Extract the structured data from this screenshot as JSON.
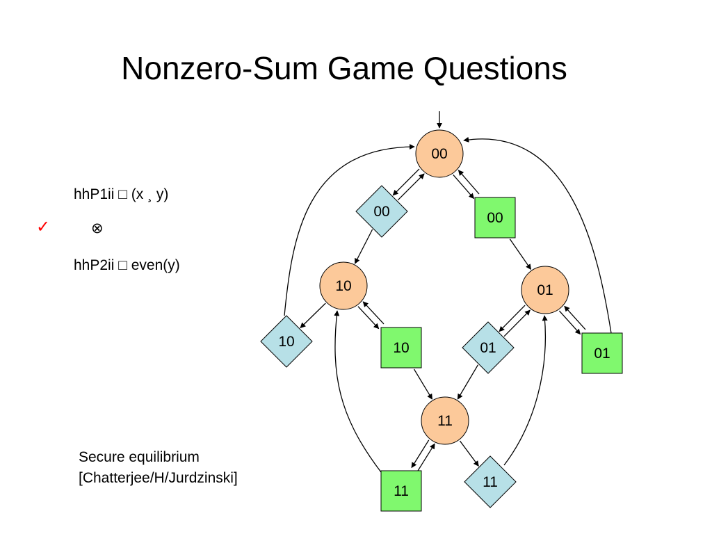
{
  "slide": {
    "title": "Nonzero-Sum Game Questions",
    "objectives": {
      "player1": "hhP1ii □ (x ¸ y)",
      "operator": "⊗",
      "player2": "hhP2ii □ even(y)"
    },
    "check_mark": "✓",
    "reference": {
      "line1": "Secure equilibrium",
      "line2": "[Chatterjee/H/Jurdzinski]"
    }
  },
  "graph": {
    "node_colors": {
      "player1_circle": "#fcc99a",
      "player2_square": "#80f86e",
      "random_diamond": "#b7e0e7"
    },
    "nodes": [
      {
        "id": "c00",
        "shape": "circle",
        "label": "00"
      },
      {
        "id": "d00",
        "shape": "diamond",
        "label": "00"
      },
      {
        "id": "s00",
        "shape": "square",
        "label": "00"
      },
      {
        "id": "c10",
        "shape": "circle",
        "label": "10"
      },
      {
        "id": "c01",
        "shape": "circle",
        "label": "01"
      },
      {
        "id": "d10",
        "shape": "diamond",
        "label": "10"
      },
      {
        "id": "s10",
        "shape": "square",
        "label": "10"
      },
      {
        "id": "d01",
        "shape": "diamond",
        "label": "01"
      },
      {
        "id": "s01",
        "shape": "square",
        "label": "01"
      },
      {
        "id": "c11",
        "shape": "circle",
        "label": "11"
      },
      {
        "id": "s11",
        "shape": "square",
        "label": "11"
      },
      {
        "id": "d11",
        "shape": "diamond",
        "label": "11"
      }
    ],
    "edges": [
      {
        "from": "start",
        "to": "c00"
      },
      {
        "from": "c00",
        "to": "d00"
      },
      {
        "from": "d00",
        "to": "c00"
      },
      {
        "from": "c00",
        "to": "s00"
      },
      {
        "from": "s00",
        "to": "c00"
      },
      {
        "from": "d00",
        "to": "c10"
      },
      {
        "from": "s00",
        "to": "c01"
      },
      {
        "from": "c10",
        "to": "d10"
      },
      {
        "from": "c10",
        "to": "s10"
      },
      {
        "from": "s10",
        "to": "c10"
      },
      {
        "from": "d10",
        "to": "c00"
      },
      {
        "from": "c01",
        "to": "d01"
      },
      {
        "from": "d01",
        "to": "c01"
      },
      {
        "from": "c01",
        "to": "s01"
      },
      {
        "from": "s01",
        "to": "c01"
      },
      {
        "from": "s01",
        "to": "c00"
      },
      {
        "from": "s10",
        "to": "c11"
      },
      {
        "from": "d01",
        "to": "c11"
      },
      {
        "from": "c11",
        "to": "s11"
      },
      {
        "from": "s11",
        "to": "c11"
      },
      {
        "from": "c11",
        "to": "d11"
      },
      {
        "from": "s11",
        "to": "c10"
      },
      {
        "from": "d11",
        "to": "c01"
      }
    ]
  }
}
